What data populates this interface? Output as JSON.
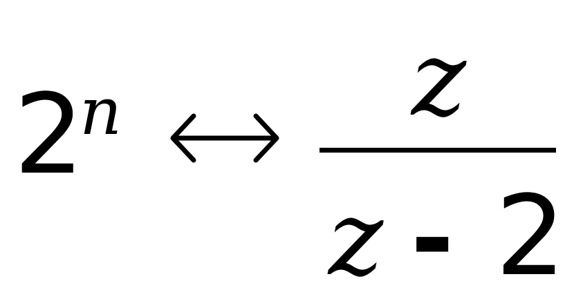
{
  "formula": {
    "base": "2",
    "exponent": "n",
    "arrow_icon": "double-arrow-icon",
    "numerator": "z",
    "denominator": {
      "variable": "z",
      "operator": "-",
      "constant": "2"
    }
  }
}
